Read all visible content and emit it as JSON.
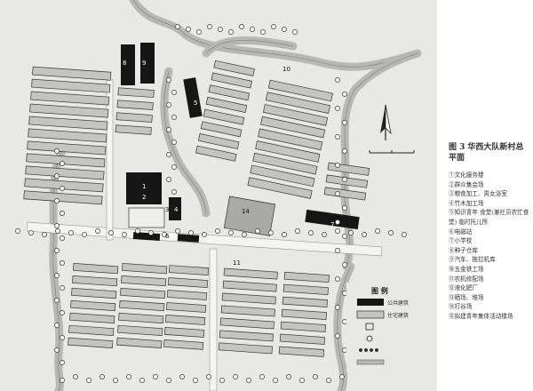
{
  "figure": {
    "number": "图 3",
    "title": "华西大队新村总平面"
  },
  "items": [
    "①文化服务楼",
    "②群众集会场",
    "③粮食加工、男女浴室",
    "④竹木加工场",
    "⑤知识青年 食堂(兼社员农忙食堂) 临时托儿所",
    "⑥电磁站",
    "⑦小学校",
    "⑧种子仓库",
    "⑨汽车、拖拉机库",
    "⑩五金铁工场",
    "⑪农机修配场",
    "⑫液化肥厂",
    "⑬晒场、堆场",
    "⑭打谷场",
    "⑮拟建青年集体活动楼场"
  ],
  "legend": {
    "title": "图 例",
    "entries": [
      "公共建筑",
      "住宅建筑",
      "",
      "",
      "",
      ""
    ]
  },
  "map_labels": {
    "b1": "1",
    "b2": "2",
    "b3": "3",
    "b4": "4",
    "b5": "5",
    "b6": "6",
    "b7": "7",
    "b8": "8",
    "b9": "9",
    "b10": "10",
    "b11": "11",
    "b14": "14"
  },
  "colors": {
    "background": "#e8e8e6",
    "housing_fill": "#c4c4c0",
    "public_fill": "#161616",
    "water": "#b7b7b3",
    "road": "#f4f4f2",
    "tree": "#3a3a3a"
  }
}
